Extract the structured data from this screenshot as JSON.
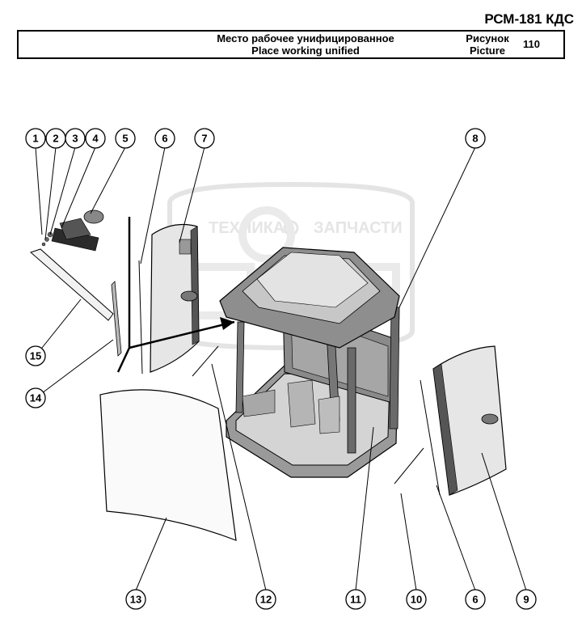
{
  "header": {
    "model": "РСМ-181 КДС",
    "title_ru": "Место рабочее унифицированное",
    "title_en": "Place working unified",
    "picture_label_ru": "Рисунок",
    "picture_label_en": "Picture",
    "picture_number": "110"
  },
  "watermark": {
    "left_text": "ТЕХНИКА",
    "right_text": "ЗАПЧАСТИ"
  },
  "callouts": [
    "1",
    "2",
    "3",
    "4",
    "5",
    "6",
    "7",
    "8",
    "6",
    "9",
    "10",
    "11",
    "12",
    "13",
    "14",
    "15"
  ]
}
